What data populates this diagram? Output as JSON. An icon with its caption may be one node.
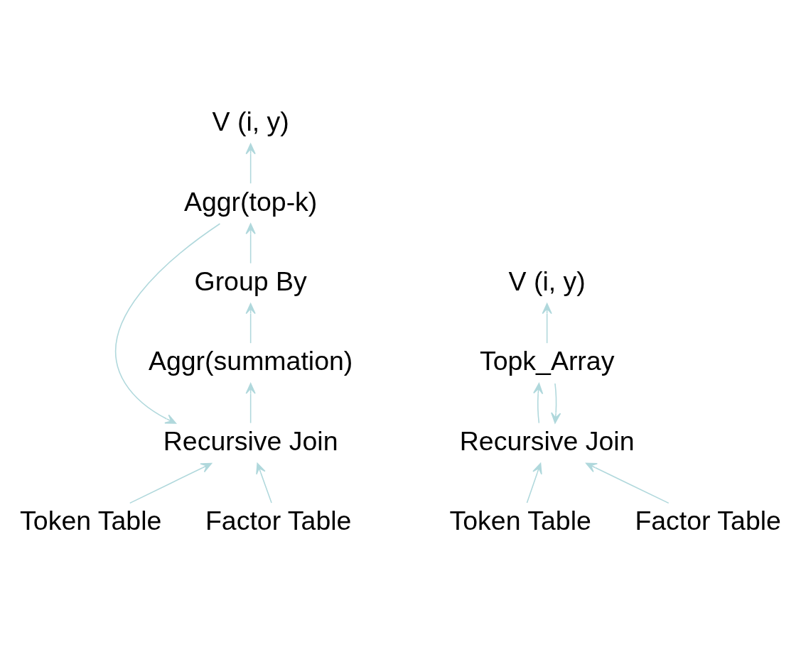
{
  "diagram": {
    "nodes": [
      {
        "text": [
          "V (i, y)"
        ]
      },
      {
        "text": [
          "Aggr(top-k)"
        ]
      },
      {
        "text": [
          "Group By"
        ]
      },
      {
        "text": [
          "Aggr(summation)"
        ]
      },
      {
        "text": [
          "Recursive Join"
        ]
      },
      {
        "text": [
          "Token Table"
        ]
      },
      {
        "text": [
          "Factor Table"
        ]
      },
      {
        "text": [
          "V (i, y)"
        ]
      },
      {
        "text": [
          "Topk_Array"
        ]
      },
      {
        "text": [
          "Recursive Join"
        ]
      },
      {
        "text": [
          "Token Table"
        ]
      },
      {
        "text": [
          "Factor Table"
        ]
      }
    ],
    "edges": [
      {
        "from": 1,
        "to": 0,
        "arrow": "to"
      },
      {
        "from": 2,
        "to": 1,
        "arrow": "to"
      },
      {
        "from": 3,
        "to": 2,
        "arrow": "to"
      },
      {
        "from": 4,
        "to": 3,
        "arrow": "to"
      },
      {
        "from": 5,
        "to": 4,
        "arrow": "to"
      },
      {
        "from": 6,
        "to": 4,
        "arrow": "to"
      },
      {
        "from": 1,
        "to": 4,
        "arrow": "to"
      },
      {
        "from": 8,
        "to": 7,
        "arrow": "to"
      },
      {
        "from": 9,
        "to": 8,
        "arrow": "to"
      },
      {
        "from": 10,
        "to": 9,
        "arrow": "to"
      },
      {
        "from": 11,
        "to": 9,
        "arrow": "to"
      },
      {
        "from": 8,
        "to": 9,
        "arrow": "to"
      }
    ]
  }
}
